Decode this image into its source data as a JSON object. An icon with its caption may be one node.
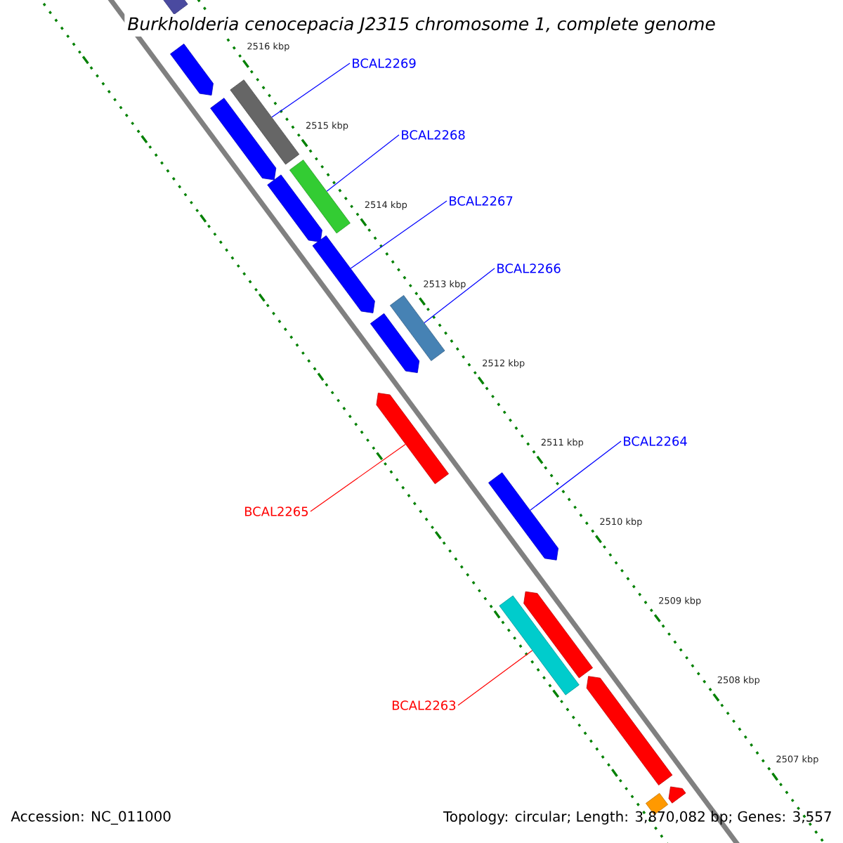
{
  "diagram": {
    "title": "Burkholderia cenocepacia J2315 chromosome 1, complete genome",
    "nodes": [
      {
        "text": [
          "BCAL2269"
        ]
      },
      {
        "text": [
          "BCAL2268"
        ]
      },
      {
        "text": [
          "BCAL2267"
        ]
      },
      {
        "text": [
          "BCAL2266"
        ]
      },
      {
        "text": [
          "BCAL2264"
        ]
      },
      {
        "text": [
          "BCAL2265"
        ]
      },
      {
        "text": [
          "BCAL2263"
        ]
      },
      {
        "text": [],
        "shape": "arrow"
      },
      {
        "text": [],
        "shape": "bar"
      },
      {
        "text": [],
        "shape": "bar"
      },
      {
        "text": [],
        "shape": "arrow"
      },
      {
        "text": [],
        "shape": "bar"
      },
      {
        "text": [],
        "shape": "arrow"
      },
      {
        "text": [],
        "shape": "arrow"
      },
      {
        "text": [],
        "shape": "arrow"
      },
      {
        "text": [],
        "shape": "bar"
      },
      {
        "text": [],
        "shape": "arrow"
      },
      {
        "text": [],
        "shape": "arrow"
      },
      {
        "text": [],
        "shape": "bar"
      },
      {
        "text": [],
        "shape": "arrow"
      },
      {
        "text": [],
        "shape": "arrow"
      },
      {
        "text": [],
        "shape": "bar"
      },
      {
        "text": [],
        "shape": "arrow"
      }
    ],
    "edges": [
      {
        "from": 0,
        "to": 9,
        "arrow": "none"
      },
      {
        "from": 1,
        "to": 11,
        "arrow": "none"
      },
      {
        "from": 2,
        "to": 13,
        "arrow": "none"
      },
      {
        "from": 3,
        "to": 15,
        "arrow": "none"
      },
      {
        "from": 4,
        "to": 17,
        "arrow": "none"
      },
      {
        "from": 5,
        "to": 16,
        "arrow": "none",
        "color": "#ff0000"
      },
      {
        "from": 6,
        "to": 18,
        "arrow": "none",
        "color": "#ff0000"
      }
    ],
    "labels": [
      "2516 kbp",
      "2515 kbp",
      "2514 kbp",
      "2513 kbp",
      "2512 kbp",
      "2511 kbp",
      "2510 kbp",
      "2509 kbp",
      "2508 kbp",
      "2507 kbp",
      "Accession: NC_011000",
      "Topology: circular; Length: 3,870,082 bp; Genes: 3,557"
    ]
  }
}
